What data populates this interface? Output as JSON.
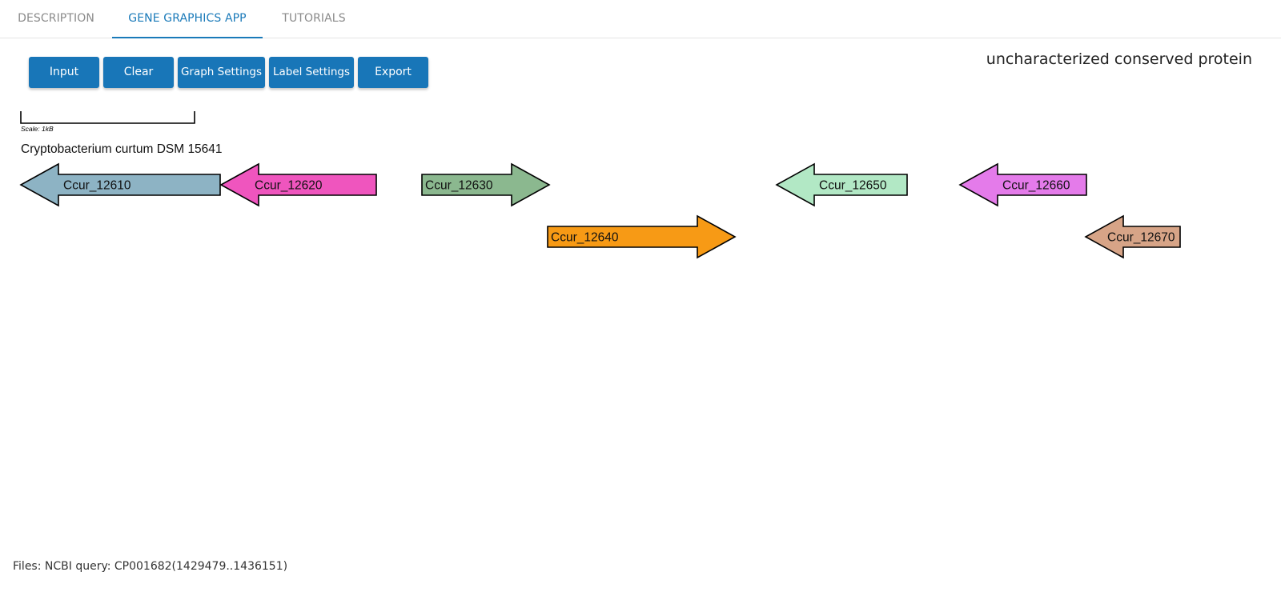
{
  "tabs": [
    {
      "label": "DESCRIPTION",
      "active": false
    },
    {
      "label": "GENE GRAPHICS APP",
      "active": true
    },
    {
      "label": "TUTORIALS",
      "active": false
    }
  ],
  "toolbar": {
    "input_label": "Input",
    "clear_label": "Clear",
    "graph_settings_label": "Graph Settings",
    "label_settings_label": "Label Settings",
    "export_label": "Export"
  },
  "gene_title": "uncharacterized conserved protein",
  "scale_label": "Scale: 1kB",
  "genome_name": "Cryptobacterium curtum DSM 15641",
  "genes": [
    {
      "name": "Ccur_12610",
      "strand": "-",
      "color": "#8db3c4",
      "row": 1
    },
    {
      "name": "Ccur_12620",
      "strand": "-",
      "color": "#ef55be",
      "row": 1
    },
    {
      "name": "Ccur_12630",
      "strand": "+",
      "color": "#8bb88f",
      "row": 1
    },
    {
      "name": "Ccur_12640",
      "strand": "+",
      "color": "#f79a15",
      "row": 2
    },
    {
      "name": "Ccur_12650",
      "strand": "-",
      "color": "#b2e8c5",
      "row": 1
    },
    {
      "name": "Ccur_12660",
      "strand": "-",
      "color": "#e47bea",
      "row": 1
    },
    {
      "name": "Ccur_12670",
      "strand": "-",
      "color": "#d7a487",
      "row": 2
    }
  ],
  "files_text": "Files: NCBI query: CP001682(1429479..1436151)"
}
